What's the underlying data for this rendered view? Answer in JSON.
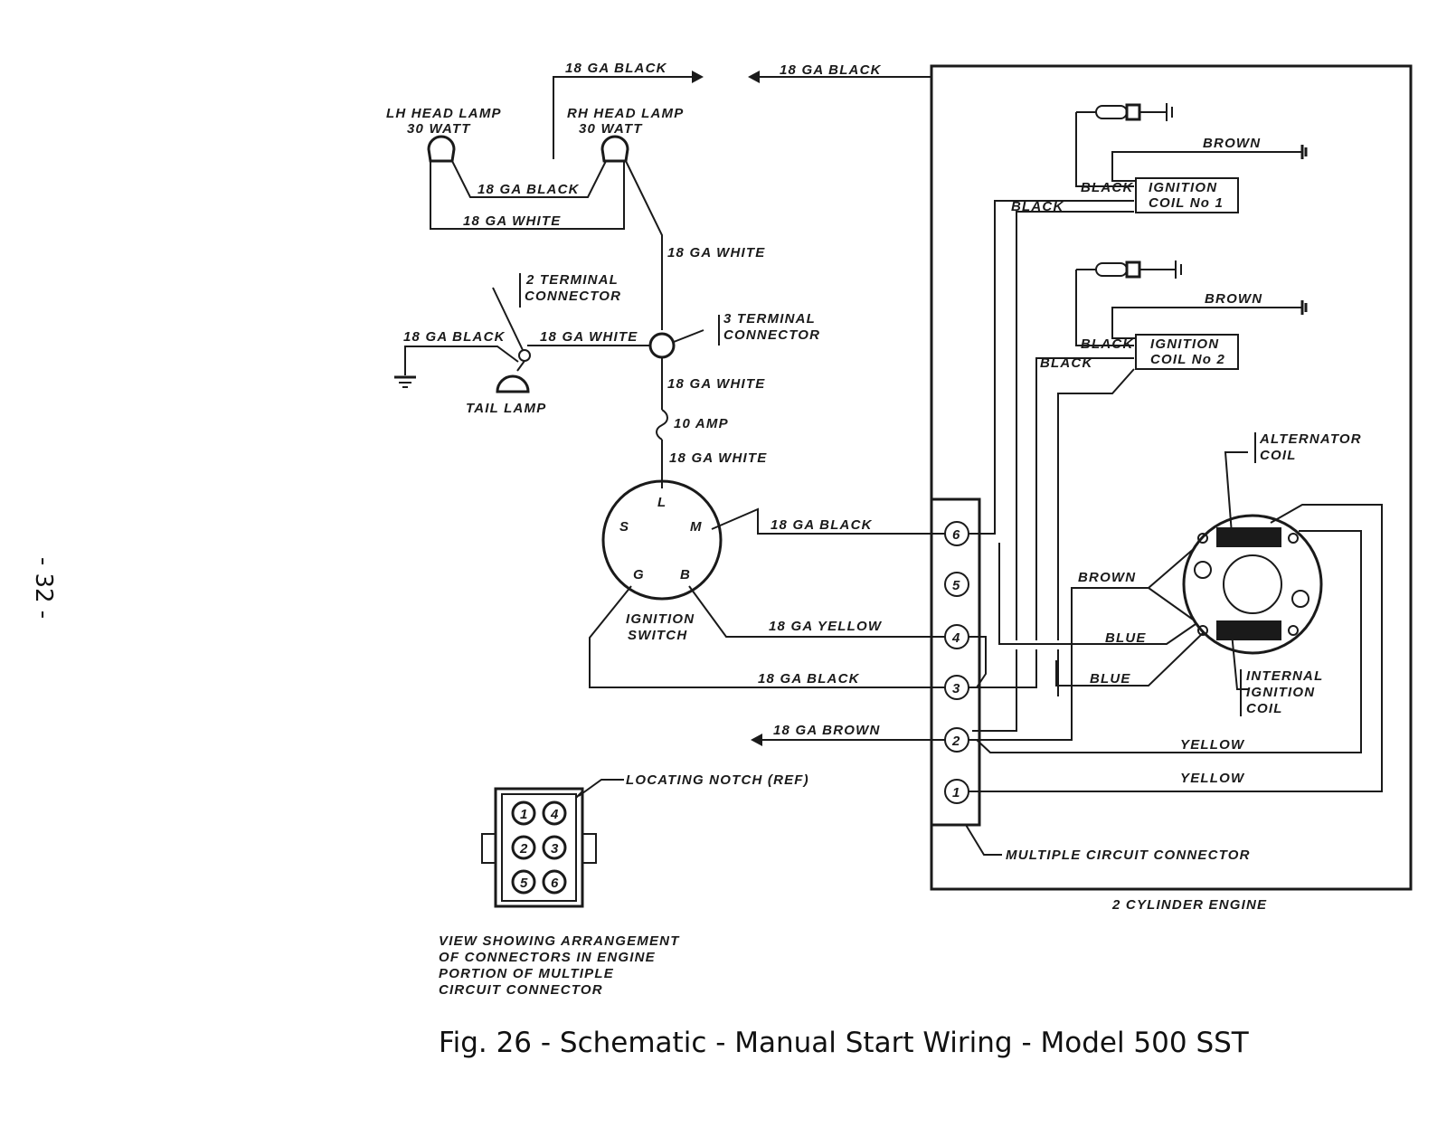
{
  "page_number": "- 32 -",
  "caption": "Fig. 26 - Schematic - Manual Start Wiring - Model 500 SST",
  "labels": {
    "lh_head_lamp": [
      "LH HEAD LAMP",
      "30 WATT"
    ],
    "rh_head_lamp": [
      "RH HEAD LAMP",
      "30 WATT"
    ],
    "top_black_left": "18 GA BLACK",
    "top_black_right": "18 GA BLACK",
    "lamp_black": "18 GA BLACK",
    "lamp_white": "18 GA WHITE",
    "white_1": "18 GA WHITE",
    "two_terminal_connector": [
      "2 TERMINAL",
      "CONNECTOR"
    ],
    "three_terminal_connector": [
      "3 TERMINAL",
      "CONNECTOR"
    ],
    "tail_black": "18 GA BLACK",
    "tail_white": "18 GA WHITE",
    "tail_lamp": "TAIL LAMP",
    "white_2": "18 GA WHITE",
    "fuse": "10 AMP",
    "white_3": "18 GA WHITE",
    "switch_l": "L",
    "switch_s": "S",
    "switch_m": "M",
    "switch_g": "G",
    "switch_b": "B",
    "ignition_switch": [
      "IGNITION",
      "SWITCH"
    ],
    "wire_m_black": "18 GA BLACK",
    "wire_b_yellow": "18 GA YELLOW",
    "wire_g_black": "18 GA BLACK",
    "wire_brown": "18 GA BROWN",
    "locating_notch": "LOCATING NOTCH (REF)",
    "view_note": [
      "VIEW SHOWING ARRANGEMENT",
      "OF CONNECTORS IN ENGINE",
      "PORTION OF MULTIPLE",
      "CIRCUIT CONNECTOR"
    ],
    "connector_pins": [
      "6",
      "5",
      "4",
      "3",
      "2",
      "1"
    ],
    "detail_pins": [
      "1",
      "4",
      "2",
      "3",
      "5",
      "6"
    ],
    "brown_1": "BROWN",
    "black_1a": "BLACK",
    "black_1b": "BLACK",
    "coil_1": [
      "IGNITION",
      "COIL No 1"
    ],
    "brown_2": "BROWN",
    "black_2a": "BLACK",
    "black_2b": "BLACK",
    "coil_2": [
      "IGNITION",
      "COIL No 2"
    ],
    "alternator_coil": [
      "ALTERNATOR",
      "COIL"
    ],
    "stator_brown": "BROWN",
    "blue_1": "BLUE",
    "blue_2": "BLUE",
    "internal_coil": [
      "INTERNAL",
      "IGNITION",
      "COIL"
    ],
    "yellow_1": "YELLOW",
    "yellow_2": "YELLOW",
    "multiple_circuit_connector": "MULTIPLE CIRCUIT CONNECTOR",
    "engine": "2 CYLINDER ENGINE"
  }
}
